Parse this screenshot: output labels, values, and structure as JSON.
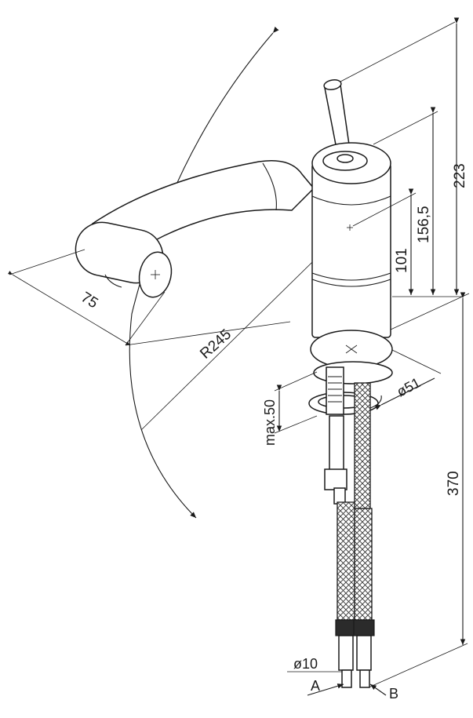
{
  "drawing": {
    "dimensions": {
      "total_height": "223",
      "body_height": "156,5",
      "axis_height": "101",
      "lever_width": "75",
      "swing_radius": "R245",
      "base_diameter": "ø51",
      "max_thickness": "max.50",
      "hose_length": "370",
      "hose_diameter": "ø10"
    },
    "connection_labels": {
      "hose_a": "A",
      "hose_b": "B"
    }
  }
}
